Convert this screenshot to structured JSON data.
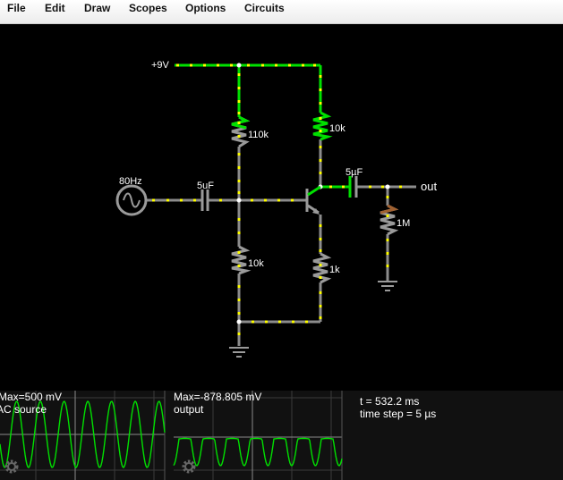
{
  "menu": {
    "file": "File",
    "edit": "Edit",
    "draw": "Draw",
    "scopes": "Scopes",
    "options": "Options",
    "circuits": "Circuits"
  },
  "circuit": {
    "supply_label": "+9V",
    "source_freq": "80Hz",
    "c_in_label": "5uF",
    "c_out_label": "5µF",
    "r_bias_top": "110k",
    "r_collector": "10k",
    "r_bias_bottom": "10k",
    "r_emitter": "1k",
    "r_load": "1M",
    "out_label": "out"
  },
  "scopes": {
    "scope1_max": "Max=500 mV",
    "scope1_name": "AC source",
    "scope2_max": "Max=-878.805 mV",
    "scope2_name": "output"
  },
  "sim": {
    "time": "t = 532.2 ms",
    "timestep": "time step = 5 µs"
  },
  "colors": {
    "wire": "#8c8c8c",
    "active_wire": "#00e000",
    "current_dot": "#ffff00",
    "trace": "#00e000"
  }
}
